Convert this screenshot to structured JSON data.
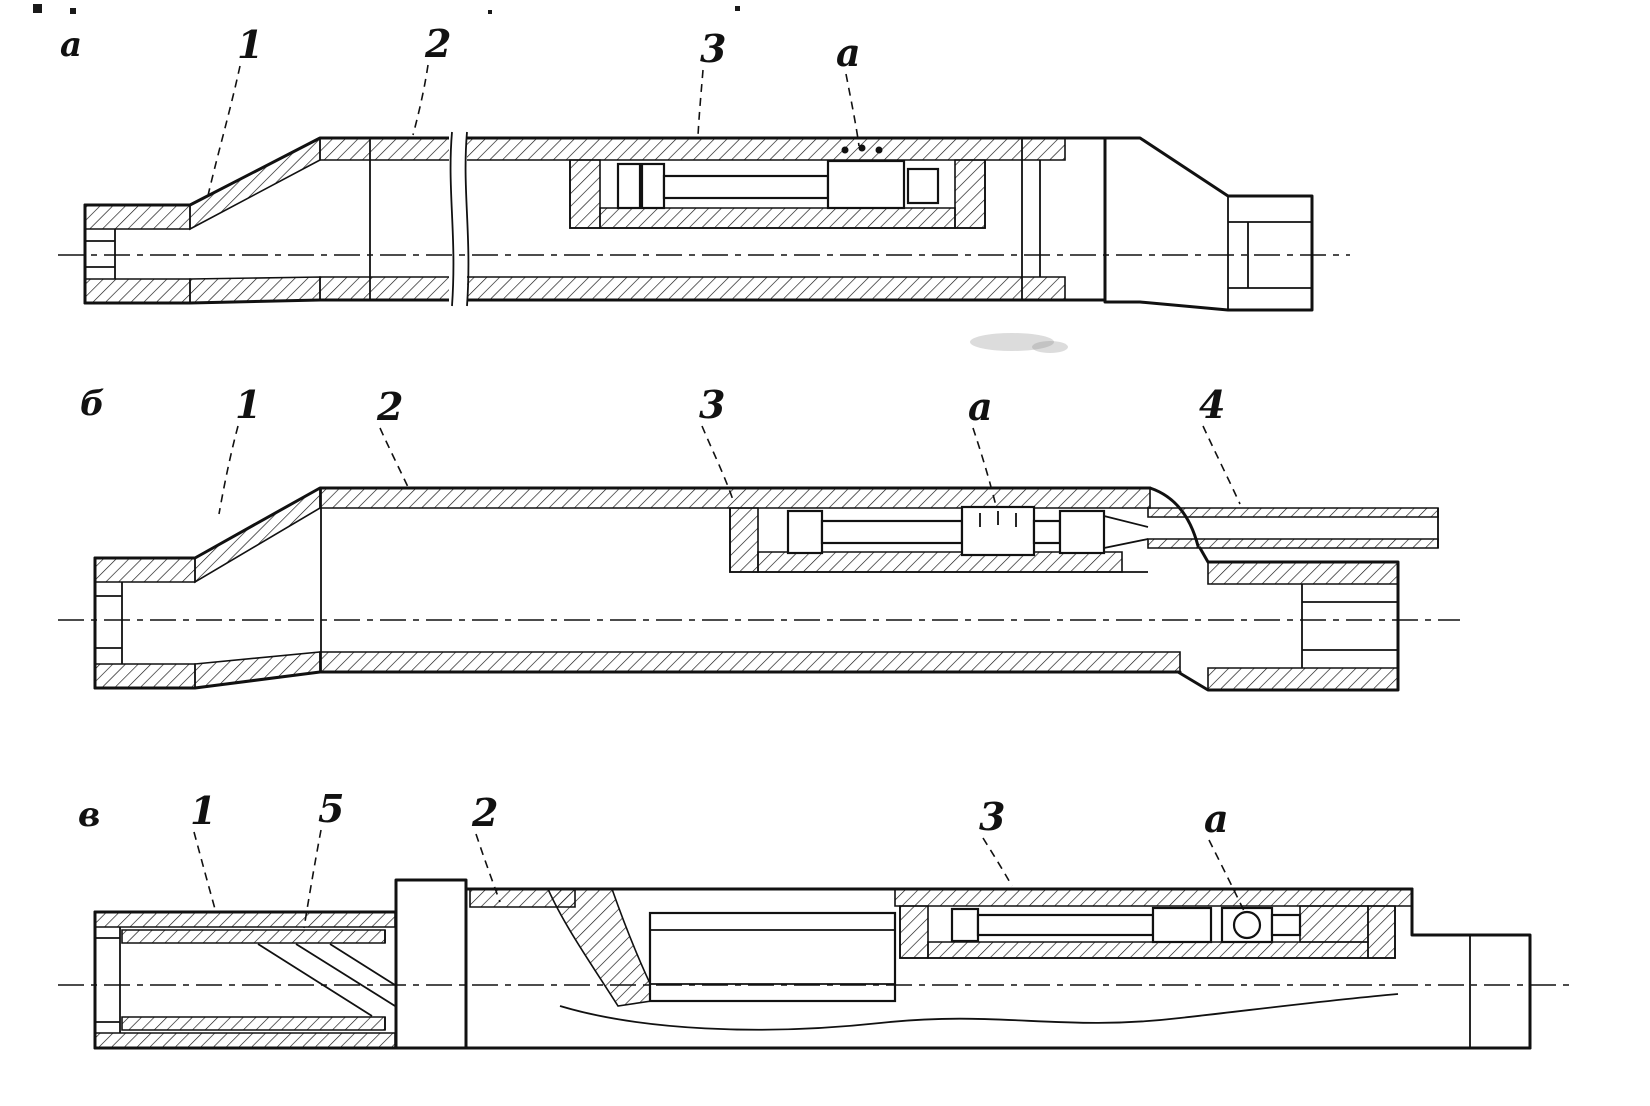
{
  "figure": {
    "background_color": "#ffffff",
    "ink_color": "#111111",
    "views": [
      {
        "label": "а",
        "callouts": [
          {
            "text": "1"
          },
          {
            "text": "2"
          },
          {
            "text": "3"
          },
          {
            "text": "а"
          }
        ]
      },
      {
        "label": "б",
        "callouts": [
          {
            "text": "1"
          },
          {
            "text": "2"
          },
          {
            "text": "3"
          },
          {
            "text": "а"
          },
          {
            "text": "4"
          }
        ]
      },
      {
        "label": "в",
        "callouts": [
          {
            "text": "1"
          },
          {
            "text": "5"
          },
          {
            "text": "2"
          },
          {
            "text": "3"
          },
          {
            "text": "а"
          }
        ]
      }
    ]
  }
}
